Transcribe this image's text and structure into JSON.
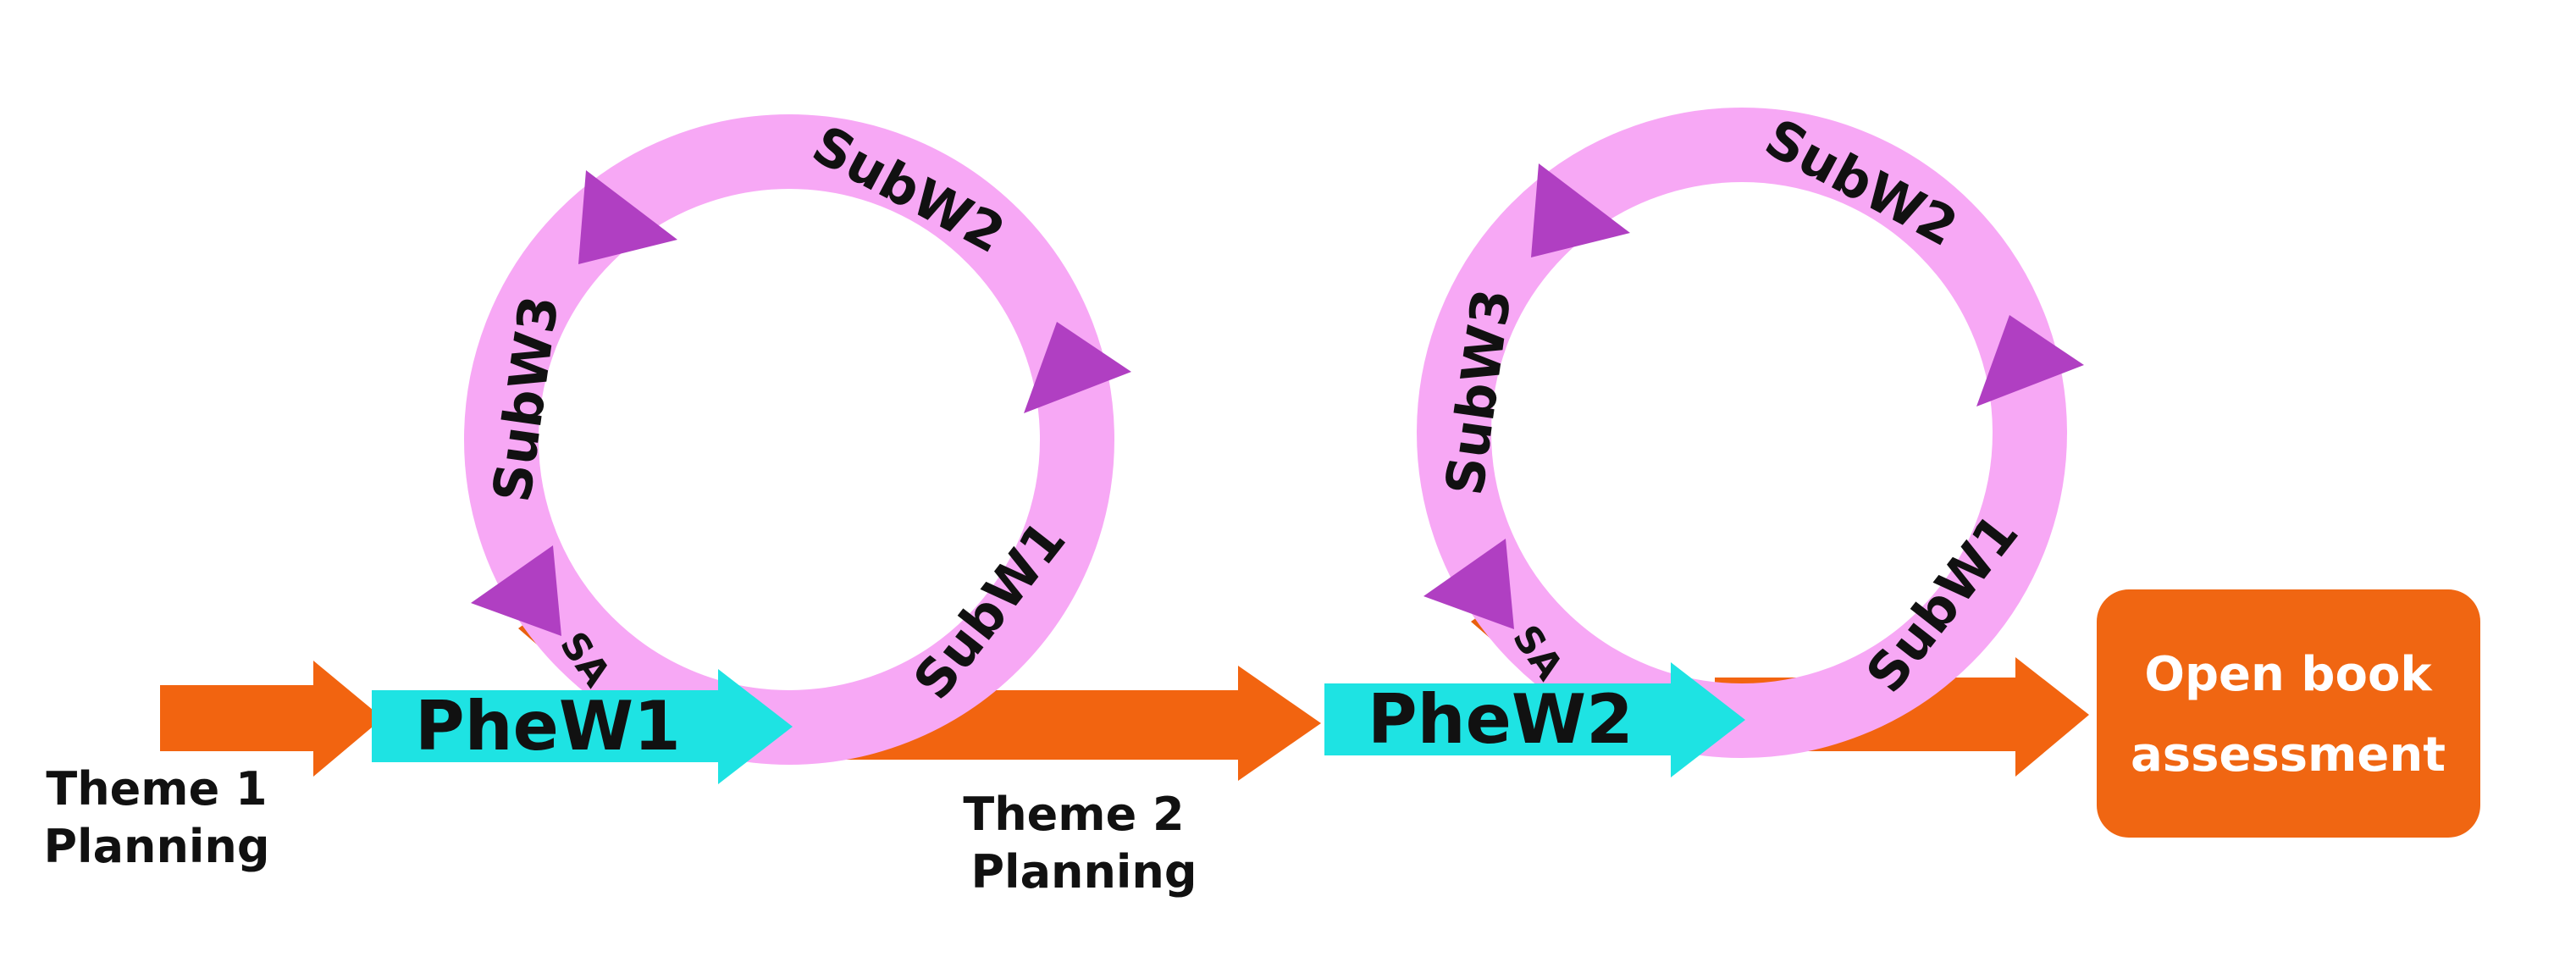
{
  "colors": {
    "orange": "#f26410",
    "cyan": "#1ee3e3",
    "pink": "#f7a8f5",
    "purple": "#b03fc2",
    "box": "#f06612"
  },
  "start_label": {
    "line1": "Theme 1",
    "line2": "Planning"
  },
  "mid_label": {
    "line1": "Theme 2",
    "line2": "Planning"
  },
  "loops": [
    {
      "phase": "PheW1",
      "sa": "SA",
      "sub1": "SubW1",
      "sub2": "SubW2",
      "sub3": "SubW3"
    },
    {
      "phase": "PheW2",
      "sa": "SA",
      "sub1": "SubW1",
      "sub2": "SubW2",
      "sub3": "SubW3"
    }
  ],
  "end_box": {
    "line1": "Open book",
    "line2": "assessment"
  }
}
